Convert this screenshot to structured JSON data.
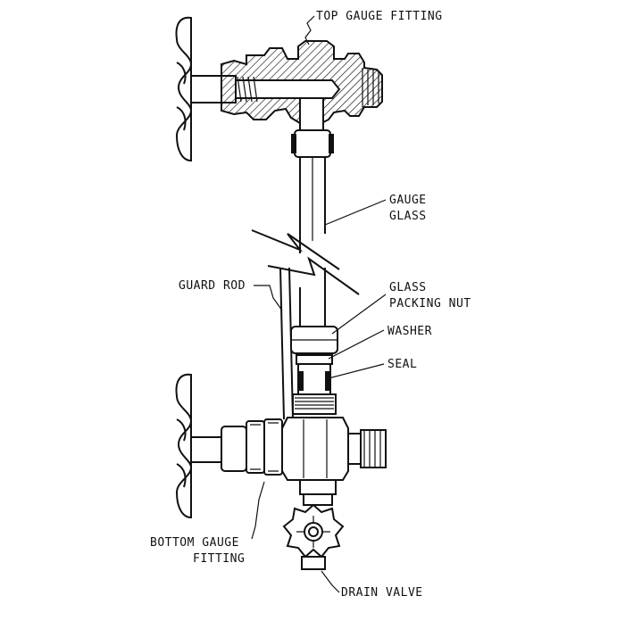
{
  "labels": {
    "top_gauge_fitting": "TOP GAUGE FITTING",
    "gauge_glass_1": "GAUGE",
    "gauge_glass_2": "GLASS",
    "guard_rod": "GUARD ROD",
    "glass_packing_nut_1": "GLASS",
    "glass_packing_nut_2": "PACKING NUT",
    "washer": "WASHER",
    "seal": "SEAL",
    "bottom_gauge_fitting_1": "BOTTOM GAUGE",
    "bottom_gauge_fitting_2": "FITTING",
    "drain_valve": "DRAIN VALVE"
  }
}
